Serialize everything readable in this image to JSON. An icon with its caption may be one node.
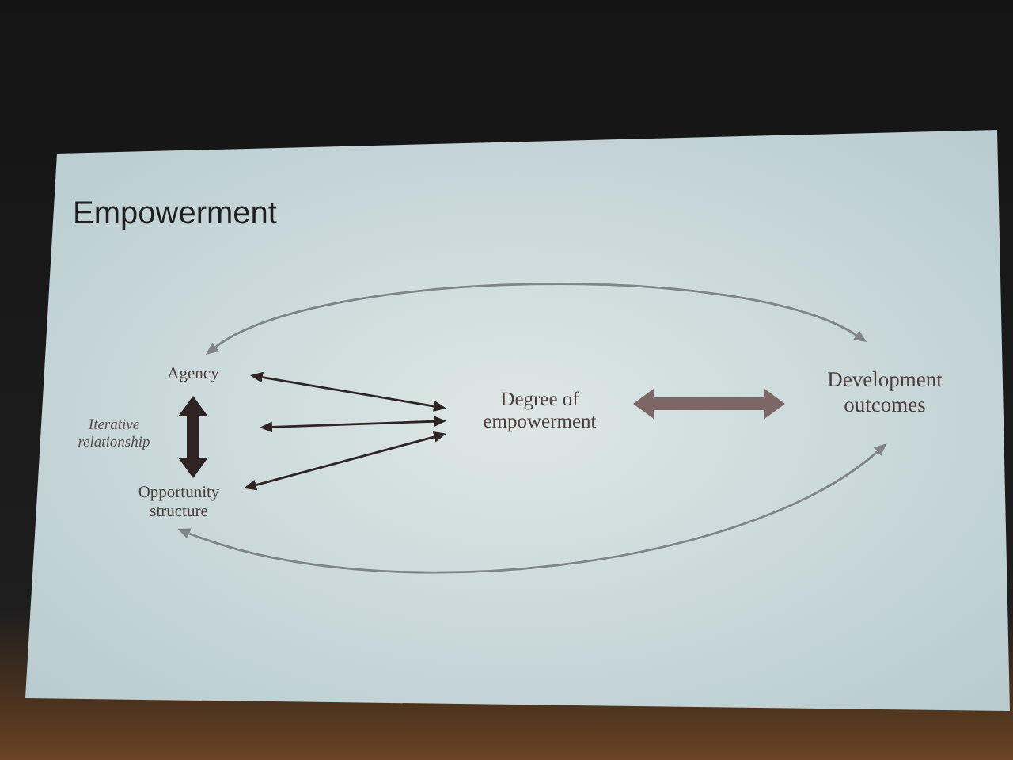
{
  "diagram": {
    "title": "Empowerment",
    "nodes": [
      {
        "text": [
          "Agency"
        ]
      },
      {
        "text": [
          "Opportunity structure"
        ]
      },
      {
        "text": [
          "Degree of empowerment"
        ]
      },
      {
        "text": [
          "Development outcomes"
        ]
      }
    ],
    "edges": [
      {
        "from": 0,
        "to": 1,
        "arrow": "both",
        "label": "Iterative relationship",
        "style": "thick"
      },
      {
        "from": 0,
        "to": 2,
        "arrow": "both"
      },
      {
        "from": null,
        "to": 2,
        "arrow": "both"
      },
      {
        "from": 1,
        "to": 2,
        "arrow": "both"
      },
      {
        "from": 2,
        "to": 3,
        "arrow": "both",
        "style": "thick",
        "color": "#7d6766"
      },
      {
        "from": 0,
        "to": 3,
        "arrow": "both",
        "color": "#7f8486"
      },
      {
        "from": 1,
        "to": 3,
        "arrow": "both",
        "color": "#7f8486"
      }
    ]
  }
}
